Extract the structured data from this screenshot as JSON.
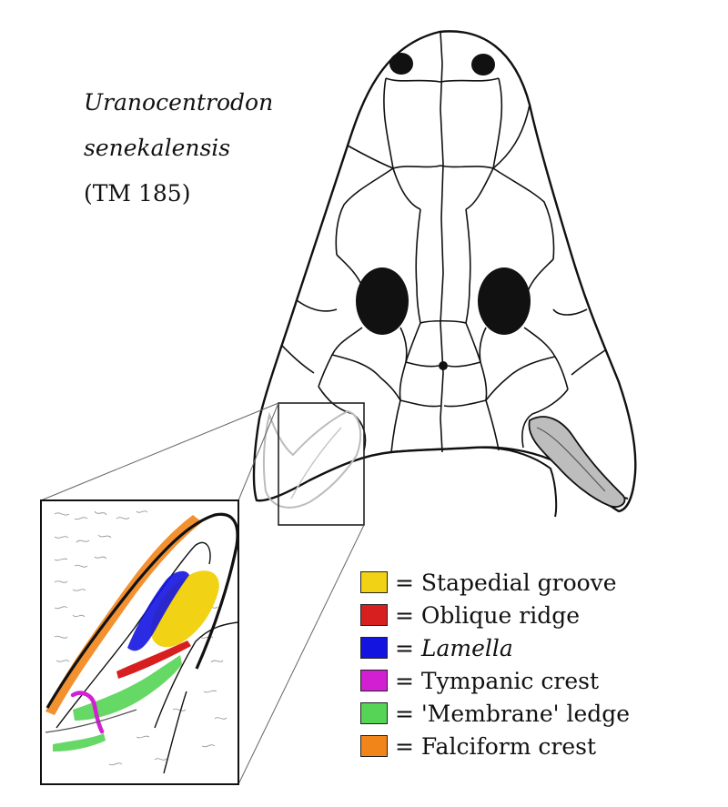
{
  "title": {
    "genus": "Uranocentrodon",
    "species": "senekalensis",
    "specimen": "(TM 185)"
  },
  "legend": [
    {
      "equals": "= ",
      "label": "Stapedial groove",
      "color": "#f2d215",
      "italic": false
    },
    {
      "equals": "= ",
      "label": "Oblique ridge",
      "color": "#d81f1f",
      "italic": false
    },
    {
      "equals": "= ",
      "label": "Lamella",
      "color": "#1414e0",
      "italic": true
    },
    {
      "equals": "= ",
      "label": "Tympanic crest",
      "color": "#d21fd2",
      "italic": false
    },
    {
      "equals": "= ",
      "label": "'Membrane' ledge",
      "color": "#55d455",
      "italic": false
    },
    {
      "equals": "= ",
      "label": "Falciform crest",
      "color": "#f28519",
      "italic": false
    }
  ],
  "colors": {
    "outline": "#111111",
    "highlight_fill": "#bdbdbd",
    "ghost": "#bcbcbc"
  }
}
